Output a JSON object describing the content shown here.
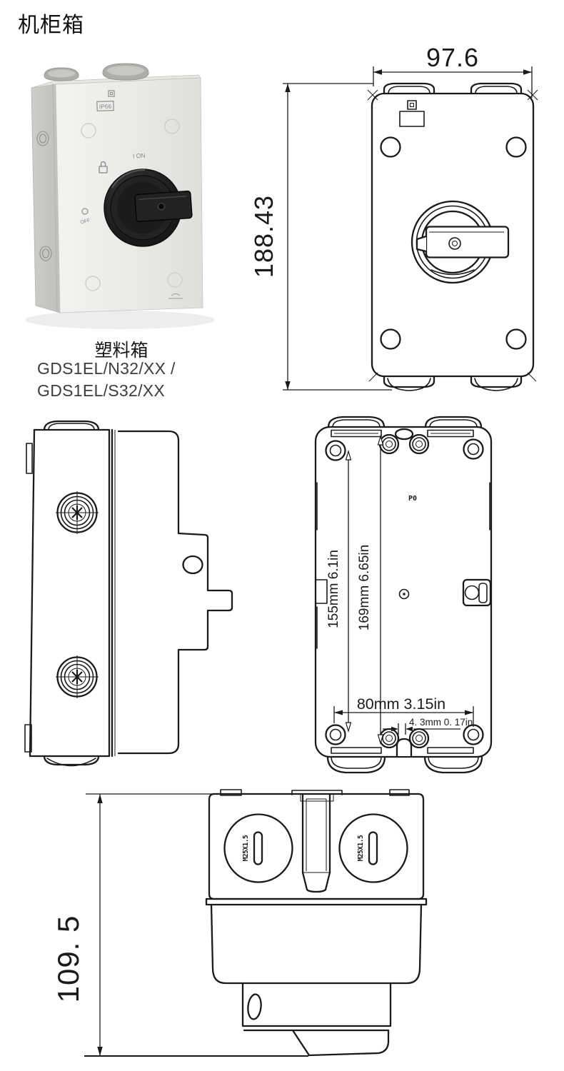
{
  "page": {
    "title": "机柜箱"
  },
  "product": {
    "caption": "塑料箱",
    "model_line_1": "GDS1EL/N32/XX /",
    "model_line_2": "GDS1EL/S32/XX",
    "markings": {
      "ip_rating": "IP66",
      "switch_on": "I ON",
      "switch_off": "OFF"
    }
  },
  "front_view": {
    "width": "97.6",
    "height": "188.43"
  },
  "back_view": {
    "mount_spacing_inner": "155mm 6.1in",
    "mount_spacing_outer": "169mm 6.65in",
    "mount_spacing_horizontal": "80mm 3.15in",
    "slot_width": "4. 3mm 0. 17in",
    "marking": "P0"
  },
  "top_view": {
    "depth": "109. 5",
    "gland_thread_left": "M25X1.5",
    "gland_thread_right": "M25X1.5"
  }
}
